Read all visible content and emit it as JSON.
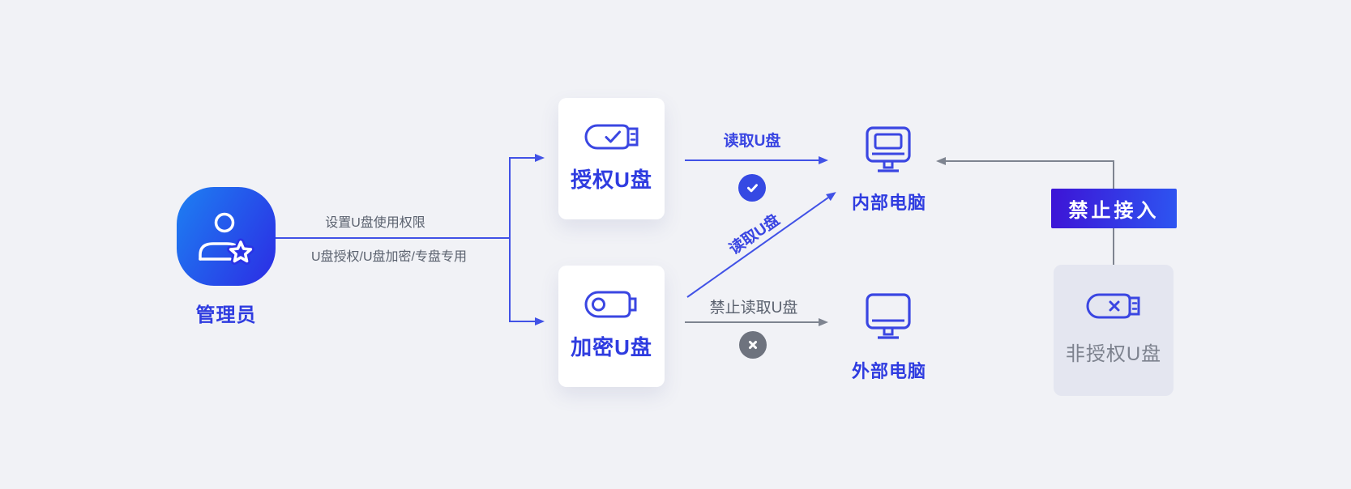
{
  "colors": {
    "background": "#f1f2f6",
    "accent_blue": "#2f3ce0",
    "line_blue": "#4152e6",
    "line_gray": "#7e8490",
    "text_gray": "#5a616e",
    "muted_gray": "#7d828e",
    "card_white": "#ffffff",
    "unauthorized_card_bg": "#e4e6f0",
    "check_circle": "#3549e3",
    "x_circle": "#6e737e",
    "admin_gradient_start": "#1d80f2",
    "admin_gradient_end": "#2c2ce4",
    "banner_gradient_start": "#3d14d6",
    "banner_gradient_end": "#2d55f1"
  },
  "admin": {
    "label": "管理员",
    "icon": "admin-user-star-icon"
  },
  "admin_edge": {
    "top_label": "设置U盘使用权限",
    "bottom_label": "U盘授权/U盘加密/专盘专用"
  },
  "nodes": {
    "authorized_usb": {
      "label": "授权U盘",
      "icon": "usb-check-icon"
    },
    "encrypted_usb": {
      "label": "加密U盘",
      "icon": "usb-key-icon"
    },
    "internal_pc": {
      "label": "内部电脑",
      "icon": "monitor-icon"
    },
    "external_pc": {
      "label": "外部电脑",
      "icon": "monitor-icon"
    },
    "unauthorized_usb": {
      "label": "非授权U盘",
      "icon": "usb-x-icon"
    }
  },
  "edges": {
    "authorized_to_internal": {
      "label": "读取U盘",
      "status_icon": "check-circle-icon"
    },
    "encrypted_to_internal": {
      "label": "读取U盘"
    },
    "encrypted_to_external": {
      "label": "禁止读取U盘",
      "status_icon": "x-circle-icon"
    },
    "unauthorized_to_internal": {
      "banner_label": "禁止接入"
    }
  }
}
